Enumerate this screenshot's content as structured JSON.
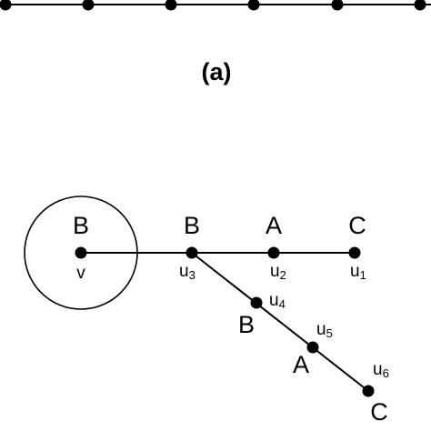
{
  "panel_a": {
    "caption": "(a)"
  },
  "panel_b": {
    "node_v": {
      "letter": "B",
      "name": "v"
    },
    "node_u3": {
      "letter": "B",
      "base": "u",
      "index": "3"
    },
    "node_u2": {
      "letter": "A",
      "base": "u",
      "index": "2"
    },
    "node_u1": {
      "letter": "C",
      "base": "u",
      "index": "1"
    },
    "node_u4": {
      "letter": "B",
      "base": "u",
      "index": "4"
    },
    "node_u5": {
      "letter": "A",
      "base": "u",
      "index": "5"
    },
    "node_u6": {
      "letter": "C",
      "base": "u",
      "index": "6"
    }
  },
  "colors": {
    "ink": "#000000",
    "background": "#ffffff"
  }
}
